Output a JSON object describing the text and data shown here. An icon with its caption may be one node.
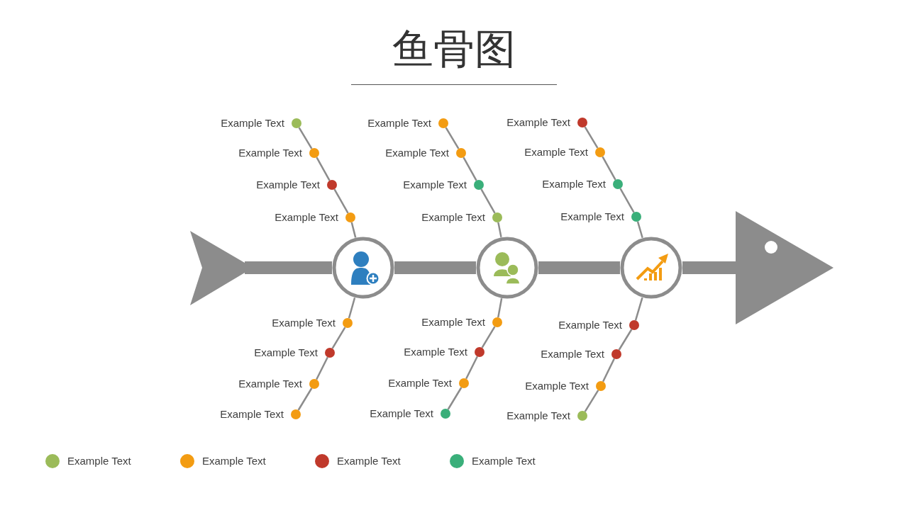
{
  "diagram": {
    "title": "鱼骨图",
    "nodes": [
      {
        "text": [],
        "shape": "triangle"
      },
      {
        "text": [],
        "shape": "circle"
      },
      {
        "text": [],
        "shape": "circle"
      },
      {
        "text": [],
        "shape": "circle"
      },
      {
        "text": [],
        "shape": "triangle"
      },
      {
        "text": [],
        "shape": "circle",
        "beside": [
          "Example Text"
        ]
      },
      {
        "text": [],
        "shape": "circle",
        "beside": [
          "Example Text"
        ]
      },
      {
        "text": [],
        "shape": "circle",
        "beside": [
          "Example Text"
        ]
      },
      {
        "text": [],
        "shape": "circle",
        "beside": [
          "Example Text"
        ]
      },
      {
        "text": [],
        "shape": "circle",
        "beside": [
          "Example Text"
        ]
      },
      {
        "text": [],
        "shape": "circle",
        "beside": [
          "Example Text"
        ]
      },
      {
        "text": [],
        "shape": "circle",
        "beside": [
          "Example Text"
        ]
      },
      {
        "text": [],
        "shape": "circle",
        "beside": [
          "Example Text"
        ]
      },
      {
        "text": [],
        "shape": "circle",
        "beside": [
          "Example Text"
        ]
      },
      {
        "text": [],
        "shape": "circle",
        "beside": [
          "Example Text"
        ]
      },
      {
        "text": [],
        "shape": "circle",
        "beside": [
          "Example Text"
        ]
      },
      {
        "text": [],
        "shape": "circle",
        "beside": [
          "Example Text"
        ]
      },
      {
        "text": [],
        "shape": "circle",
        "beside": [
          "Example Text"
        ]
      },
      {
        "text": [],
        "shape": "circle",
        "beside": [
          "Example Text"
        ]
      },
      {
        "text": [],
        "shape": "circle",
        "beside": [
          "Example Text"
        ]
      },
      {
        "text": [],
        "shape": "circle",
        "beside": [
          "Example Text"
        ]
      },
      {
        "text": [],
        "shape": "circle",
        "beside": [
          "Example Text"
        ]
      },
      {
        "text": [],
        "shape": "circle",
        "beside": [
          "Example Text"
        ]
      },
      {
        "text": [],
        "shape": "circle",
        "beside": [
          "Example Text"
        ]
      },
      {
        "text": [],
        "shape": "circle",
        "beside": [
          "Example Text"
        ]
      },
      {
        "text": [],
        "shape": "circle",
        "beside": [
          "Example Text"
        ]
      },
      {
        "text": [],
        "shape": "circle",
        "beside": [
          "Example Text"
        ]
      },
      {
        "text": [],
        "shape": "circle",
        "beside": [
          "Example Text"
        ]
      },
      {
        "text": [],
        "shape": "circle",
        "beside": [
          "Example Text"
        ]
      }
    ],
    "edges": [
      {
        "from": 0,
        "to": 1,
        "arrow": "none",
        "style": "thick"
      },
      {
        "from": 1,
        "to": 2,
        "arrow": "none",
        "style": "thick"
      },
      {
        "from": 2,
        "to": 3,
        "arrow": "none",
        "style": "thick"
      },
      {
        "from": 3,
        "to": 4,
        "arrow": "none",
        "style": "thick"
      },
      {
        "from": 1,
        "to": 8,
        "arrow": "none"
      },
      {
        "from": 8,
        "to": 7,
        "arrow": "none"
      },
      {
        "from": 7,
        "to": 6,
        "arrow": "none"
      },
      {
        "from": 6,
        "to": 5,
        "arrow": "none"
      },
      {
        "from": 2,
        "to": 12,
        "arrow": "none"
      },
      {
        "from": 12,
        "to": 11,
        "arrow": "none"
      },
      {
        "from": 11,
        "to": 10,
        "arrow": "none"
      },
      {
        "from": 10,
        "to": 9,
        "arrow": "none"
      },
      {
        "from": 3,
        "to": 16,
        "arrow": "none"
      },
      {
        "from": 16,
        "to": 15,
        "arrow": "none"
      },
      {
        "from": 15,
        "to": 14,
        "arrow": "none"
      },
      {
        "from": 14,
        "to": 13,
        "arrow": "none"
      },
      {
        "from": 1,
        "to": 17,
        "arrow": "none"
      },
      {
        "from": 17,
        "to": 18,
        "arrow": "none"
      },
      {
        "from": 18,
        "to": 19,
        "arrow": "none"
      },
      {
        "from": 19,
        "to": 20,
        "arrow": "none"
      },
      {
        "from": 2,
        "to": 21,
        "arrow": "none"
      },
      {
        "from": 21,
        "to": 22,
        "arrow": "none"
      },
      {
        "from": 22,
        "to": 23,
        "arrow": "none"
      },
      {
        "from": 23,
        "to": 24,
        "arrow": "none"
      },
      {
        "from": 3,
        "to": 25,
        "arrow": "none"
      },
      {
        "from": 25,
        "to": 26,
        "arrow": "none"
      },
      {
        "from": 26,
        "to": 27,
        "arrow": "none"
      },
      {
        "from": 27,
        "to": 28,
        "arrow": "none"
      }
    ],
    "legend": [
      {
        "text": "Example Text",
        "color": "#9bbb59"
      },
      {
        "text": "Example Text",
        "color": "#f39c12"
      },
      {
        "text": "Example Text",
        "color": "#c0392b"
      },
      {
        "text": "Example Text",
        "color": "#3aaf7a"
      }
    ]
  }
}
